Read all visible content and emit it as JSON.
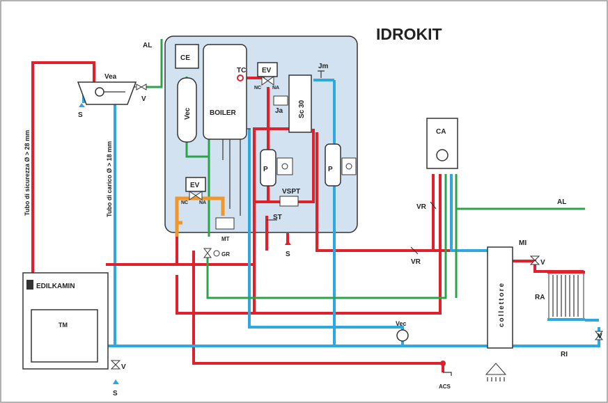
{
  "title": "IDROKIT",
  "labels": {
    "al_top": "AL",
    "vea": "Vea",
    "v": "V",
    "s": "S",
    "ce": "CE",
    "vec": "Vec",
    "boiler": "BOILER",
    "tc": "TC",
    "ev": "EV",
    "nc": "NC",
    "na": "NA",
    "jm": "Jm",
    "ja": "Ja",
    "sc30": "Sc 30",
    "p": "P",
    "vspt": "VSPT",
    "st": "ST",
    "mt": "MT",
    "gr": "GR",
    "ca": "CA",
    "vr": "VR",
    "al_right": "AL",
    "mi": "MI",
    "ra": "RA",
    "ri": "RI",
    "collettore": "collettore",
    "brand": "EDILKAMIN",
    "tm": "TM",
    "acs": "ACS",
    "tubo_sicurezza": "Tubo di sicurezza Ø > 28 mm",
    "tubo_carico": "Tubo di carico Ø > 18 mm"
  },
  "colors": {
    "hot": "#e0202a",
    "cold": "#2ea8e0",
    "heating": "#2aa34a",
    "recirculation": "#f0962a",
    "kit_panel": "#d2e2f0"
  }
}
